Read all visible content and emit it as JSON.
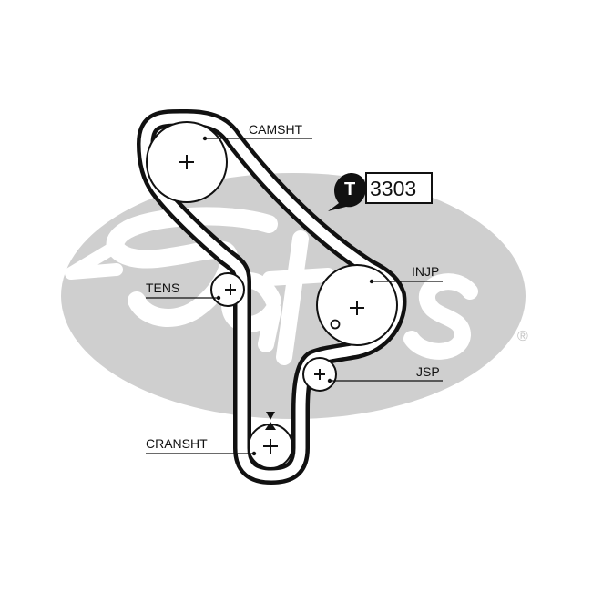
{
  "brand": {
    "watermark": "Gates",
    "registered_mark": "®",
    "watermark_color": "#cfcfcf"
  },
  "part": {
    "icon_letter": "T",
    "number": "3303"
  },
  "labels": {
    "camshaft": "CAMSHT",
    "tensioner": "TENS",
    "injection_pump": "INJP",
    "jackshaft": "JSP",
    "crankshaft": "CRANSHT"
  },
  "colors": {
    "belt": "#111111",
    "background": "#ffffff"
  }
}
